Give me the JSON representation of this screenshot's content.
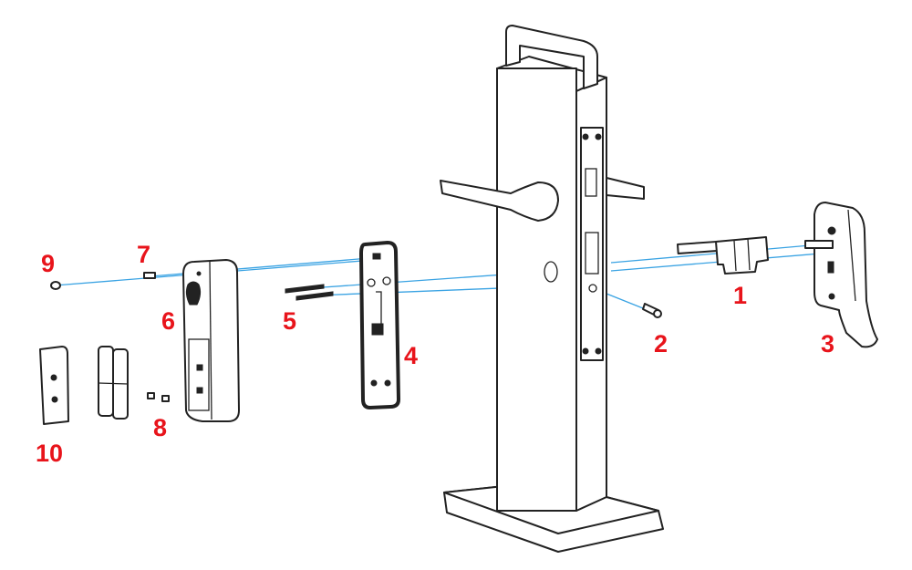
{
  "diagram": {
    "label_color": "#e8141b",
    "axis_color": "#3aa3e3",
    "callouts": [
      {
        "id": "1",
        "text": "1"
      },
      {
        "id": "2",
        "text": "2"
      },
      {
        "id": "3",
        "text": "3"
      },
      {
        "id": "4",
        "text": "4"
      },
      {
        "id": "5",
        "text": "5"
      },
      {
        "id": "6",
        "text": "6"
      },
      {
        "id": "7",
        "text": "7"
      },
      {
        "id": "8",
        "text": "8"
      },
      {
        "id": "9",
        "text": "9"
      },
      {
        "id": "10",
        "text": "10"
      }
    ]
  }
}
